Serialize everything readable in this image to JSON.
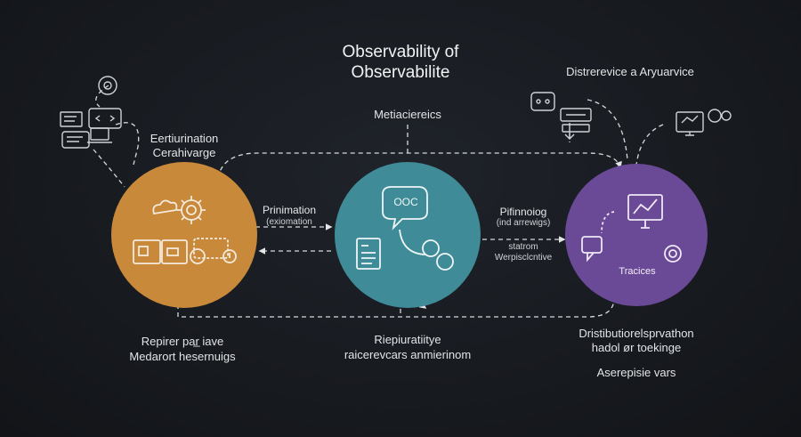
{
  "title": {
    "line1": "Observability of",
    "line2": "Observabilite"
  },
  "left_node": {
    "top_label_line1": "Eertiurination",
    "top_label_line2": "Cerahivarge",
    "bottom_label_line1": "Repirer par̲ iave",
    "bottom_label_line2": "Medarort hesernuigs",
    "color": "#c9893a"
  },
  "center_node": {
    "top_label": "Metiaciereics",
    "bubble_text": "OOC",
    "bottom_label_line1": "Riepiuratiitye",
    "bottom_label_line2": "raicerevcars anmierinom",
    "color": "#3f8b97"
  },
  "right_node": {
    "top_label": "Distrerevice a Aryuarvice",
    "inner_label": "Tracices",
    "bottom_label_line1": "Dristibutiorelsprvathon",
    "bottom_label_line2": "hadol ør toekinge",
    "bottom_label_line3": "Aserepisie vars",
    "color": "#6a4a96"
  },
  "left_connector": {
    "label": "Prinimation",
    "sublabel": "(exiomation"
  },
  "right_connector": {
    "label": "Pifinnoiog",
    "sublabel1": "(ind arrewigs)",
    "sublabel2": "statrom",
    "sublabel3": "Werpisclcntive"
  },
  "icons": {
    "top_left": [
      "gear-icon",
      "code-window-icon",
      "laptop-icon"
    ],
    "top_right": [
      "chat-icon",
      "server-icon",
      "monitor-icon",
      "gear-icon"
    ]
  }
}
